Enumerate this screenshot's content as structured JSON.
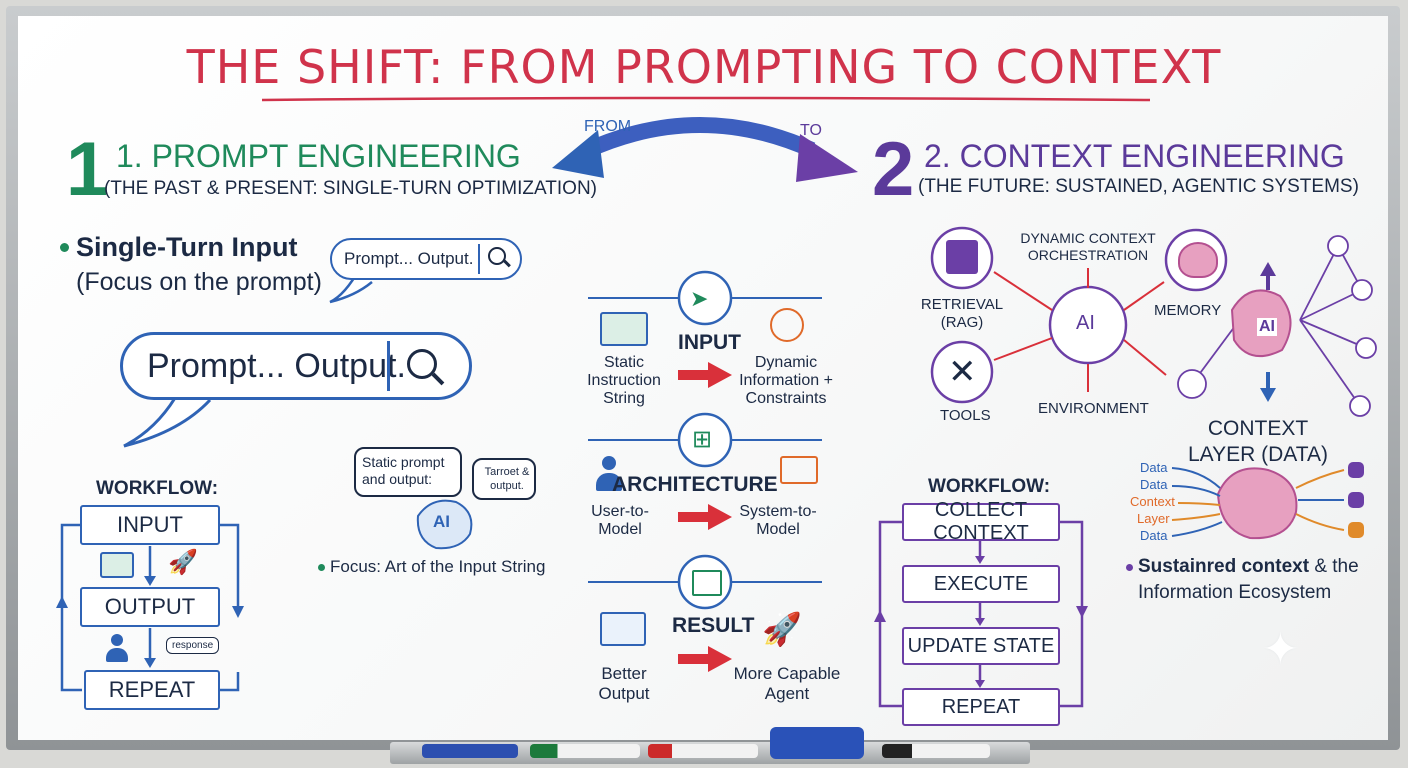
{
  "title": "THE SHIFT: FROM PROMPTING TO CONTEXT",
  "arrow": {
    "from": "FROM",
    "to": "TO"
  },
  "left": {
    "number": "1",
    "heading": "1. PROMPT ENGINEERING",
    "subheading": "(THE PAST & PRESENT: SINGLE-TURN OPTIMIZATION)",
    "bullet_title": "Single-Turn Input",
    "bullet_sub": "(Focus on the prompt)",
    "small_bubble": "Prompt... Output.",
    "big_bubble": "Prompt... Output.",
    "workflow_label": "WORKFLOW:",
    "workflow": [
      "INPUT",
      "OUTPUT",
      "REPEAT"
    ],
    "response_tag": "response",
    "bubble_static": "Static prompt and output:",
    "bubble_tarot": "Tarroet & output.",
    "ai_label": "AI",
    "focus": "Focus: Art of the Input String"
  },
  "middle": {
    "sections": [
      {
        "label": "INPUT",
        "from": "Static Instruction String",
        "to": "Dynamic Information + Constraints"
      },
      {
        "label": "ARCHITECTURE",
        "from": "User-to-Model",
        "to": "System-to-Model"
      },
      {
        "label": "RESULT",
        "from": "Better Output",
        "to": "More Capable Agent"
      }
    ]
  },
  "right": {
    "number": "2",
    "heading": "2. CONTEXT ENGINEERING",
    "subheading": "(THE FUTURE: SUSTAINED, AGENTIC SYSTEMS)",
    "orchestration": "DYNAMIC CONTEXT ORCHESTRATION",
    "nodes": {
      "retrieval": "RETRIEVAL (RAG)",
      "memory": "MEMORY",
      "tools": "TOOLS",
      "environment": "ENVIRONMENT",
      "center": "AI"
    },
    "agent_label": "AI",
    "context_layer": "CONTEXT LAYER (DATA)",
    "data_inputs": [
      "Data",
      "Data",
      "Context",
      "Layer",
      "Data"
    ],
    "workflow_label": "WORKFLOW:",
    "workflow": [
      "COLLECT CONTEXT",
      "EXECUTE",
      "UPDATE STATE",
      "REPEAT"
    ],
    "summary_bold": "Sustainred context",
    "summary_rest": " & the",
    "summary_line2": "Information Ecosystem"
  },
  "colors": {
    "title": "#d0334b",
    "green": "#1f8a5b",
    "purple": "#5b3a9a",
    "blue": "#2f63b5",
    "red": "#d9303a"
  },
  "markers": [
    "blue-marker",
    "green-marker",
    "red-marker",
    "eraser",
    "black-marker"
  ]
}
